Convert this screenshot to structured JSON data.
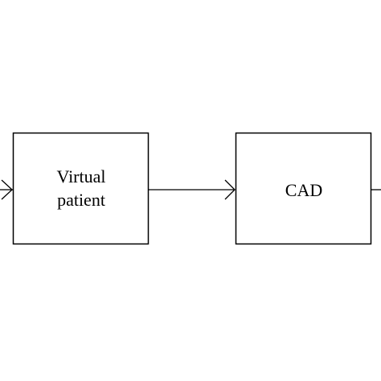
{
  "diagram": {
    "nodes": [
      {
        "id": "virtual-patient",
        "label_lines": [
          "Virtual",
          "patient"
        ]
      },
      {
        "id": "cad",
        "label_lines": [
          "CAD"
        ]
      }
    ],
    "edges": [
      {
        "from": "",
        "to": "virtual-patient"
      },
      {
        "from": "virtual-patient",
        "to": "cad"
      },
      {
        "from": "cad",
        "to": ""
      }
    ],
    "colors": {
      "stroke": "#000000",
      "background": "#ffffff"
    }
  }
}
